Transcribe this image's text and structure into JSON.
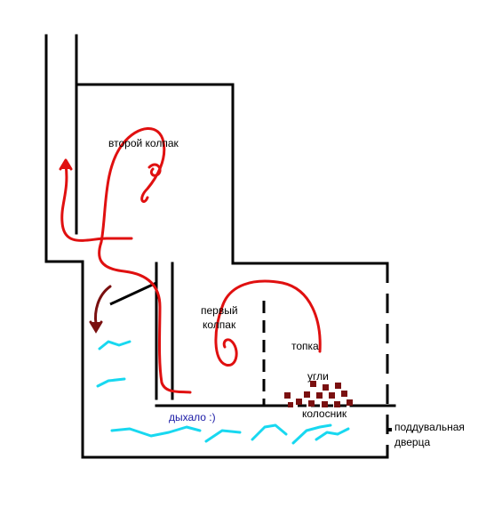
{
  "labels": {
    "second_hood": "второй колпак",
    "first_hood_line1": "первый",
    "first_hood_line2": "колпак",
    "firebox": "топка",
    "coals": "угли",
    "grate": "колосник",
    "breather": "дыхало :)",
    "ash_door_line1": "поддувальная",
    "ash_door_line2": "дверца"
  },
  "colors": {
    "walls": "#000000",
    "smoke_flow": "#e01010",
    "cold_air": "#18d8f0",
    "coals": "#7a1010",
    "breather_text": "#1a1aa6"
  }
}
